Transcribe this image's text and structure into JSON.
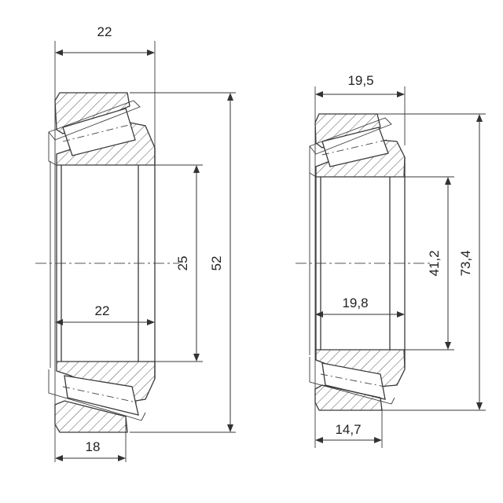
{
  "left_bearing": {
    "dim_top_width": "22",
    "dim_inner_width": "22",
    "dim_bottom_width": "18",
    "dim_bore": "25",
    "dim_outer": "52"
  },
  "right_bearing": {
    "dim_top_width": "19,5",
    "dim_inner_width": "19,8",
    "dim_bottom_width": "14,7",
    "dim_bore": "41,2",
    "dim_outer": "73,4"
  }
}
